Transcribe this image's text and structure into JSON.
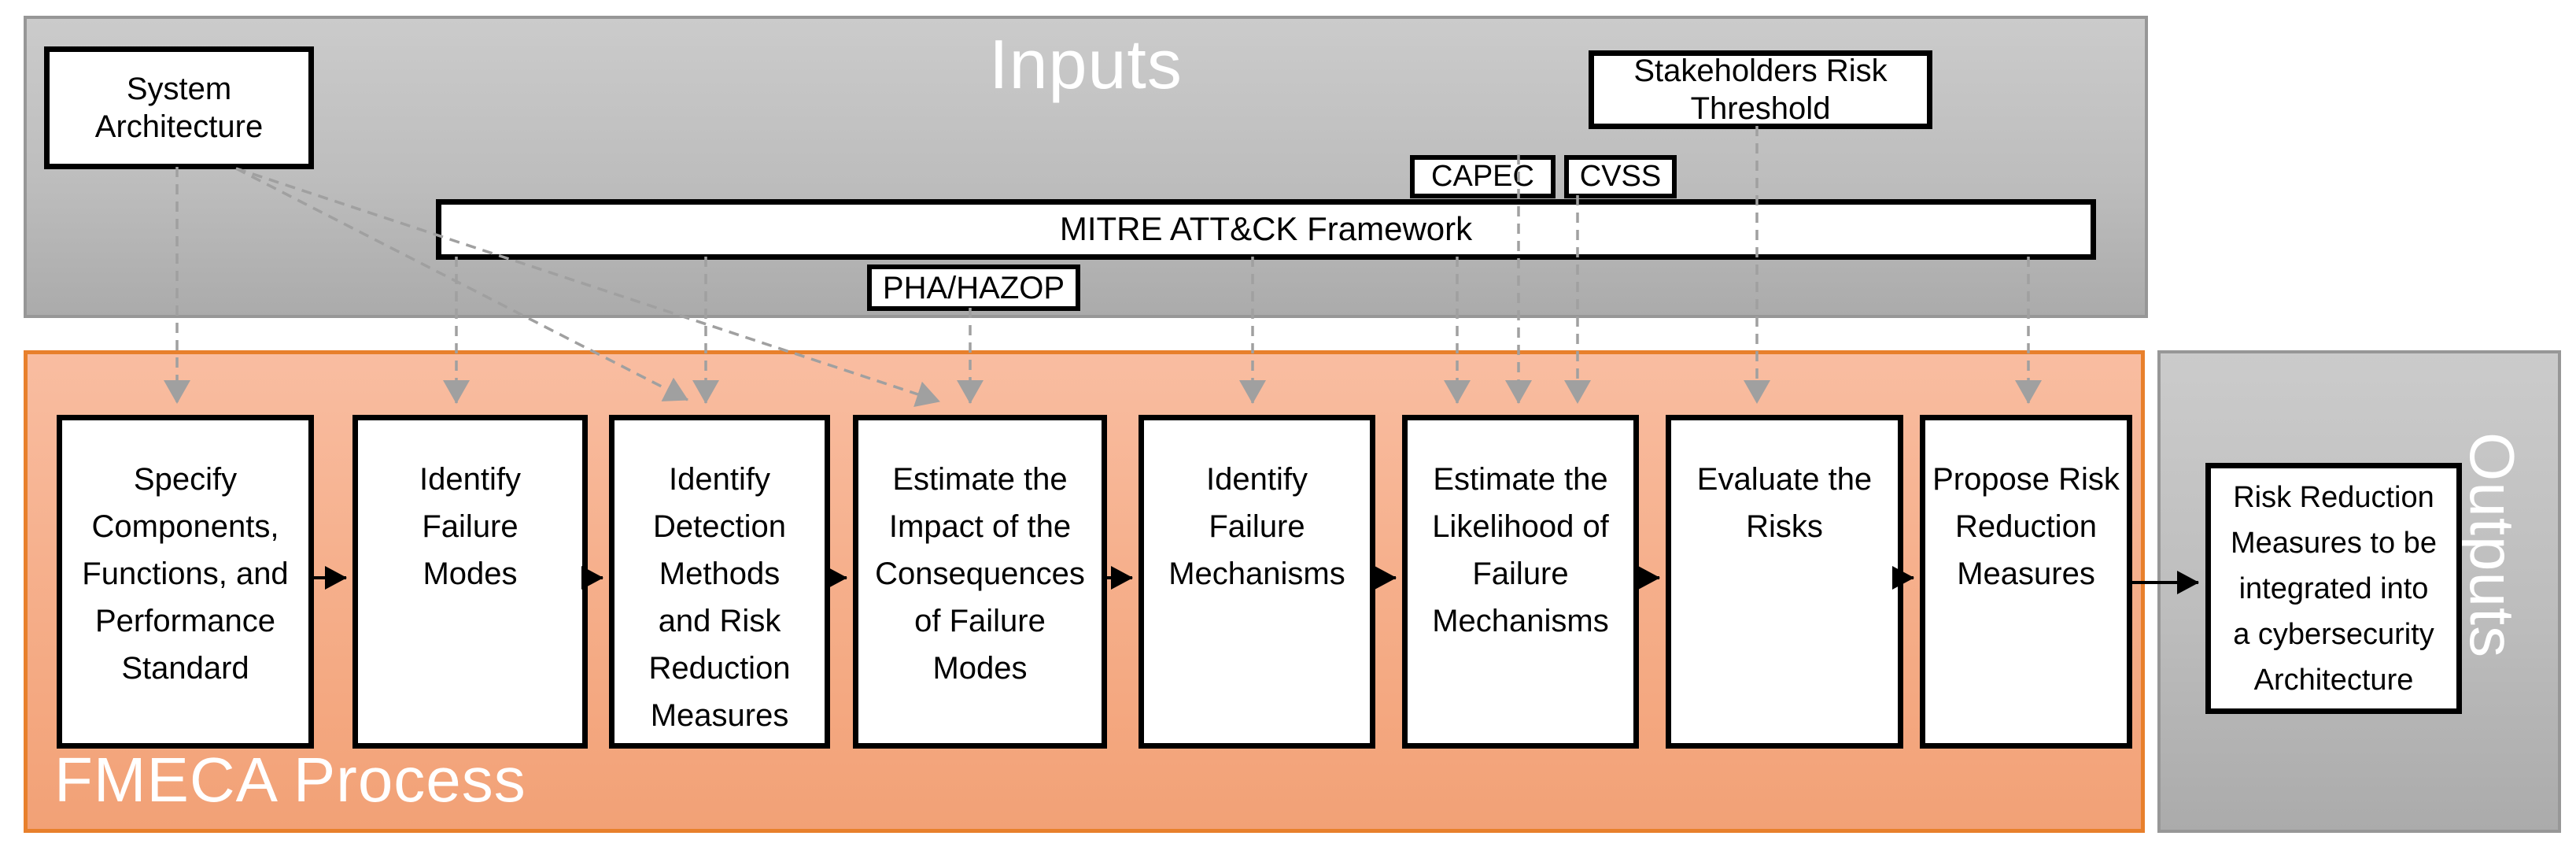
{
  "inputs": {
    "region_label": "Inputs",
    "system_architecture": {
      "label": "System\nArchitecture"
    },
    "stakeholders_risk_threshold": {
      "label": "Stakeholders Risk\nThreshold"
    },
    "capec": {
      "label": "CAPEC"
    },
    "cvss": {
      "label": "CVSS"
    },
    "mitre_attack": {
      "label": "MITRE ATT&CK Framework"
    },
    "pha_hazop": {
      "label": "PHA/HAZOP"
    }
  },
  "process": {
    "region_label": "FMECA Process",
    "steps": [
      {
        "id": "specify-components",
        "label": "Specify\nComponents,\nFunctions, and\nPerformance\nStandard"
      },
      {
        "id": "identify-failure-modes",
        "label": "Identify\nFailure\nModes"
      },
      {
        "id": "identify-detection-methods",
        "label": "Identify\nDetection\nMethods\nand Risk\nReduction\nMeasures"
      },
      {
        "id": "estimate-impact",
        "label": "Estimate the\nImpact of the\nConsequences\nof Failure\nModes"
      },
      {
        "id": "identify-failure-mechanisms",
        "label": "Identify\nFailure\nMechanisms"
      },
      {
        "id": "estimate-likelihood",
        "label": "Estimate the\nLikelihood of\nFailure\nMechanisms"
      },
      {
        "id": "evaluate-risks",
        "label": "Evaluate the\nRisks"
      },
      {
        "id": "propose-risk-reduction",
        "label": "Propose Risk\nReduction\nMeasures"
      }
    ]
  },
  "outputs": {
    "region_label": "Outputs",
    "risk_reduction_measures": {
      "label": "Risk Reduction\nMeasures to be\nintegrated into\na cybersecurity\nArchitecture"
    }
  },
  "connections": {
    "dashed_inputs_to_steps": [
      {
        "from": "system-architecture",
        "to": "specify-components"
      },
      {
        "from": "system-architecture",
        "to": "identify-detection-methods"
      },
      {
        "from": "system-architecture",
        "to": "estimate-impact"
      },
      {
        "from": "mitre-attack-framework",
        "to": "identify-failure-modes"
      },
      {
        "from": "mitre-attack-framework",
        "to": "identify-detection-methods"
      },
      {
        "from": "pha-hazop",
        "to": "estimate-impact"
      },
      {
        "from": "mitre-attack-framework",
        "to": "identify-failure-mechanisms"
      },
      {
        "from": "mitre-attack-framework",
        "to": "estimate-likelihood"
      },
      {
        "from": "capec",
        "to": "estimate-likelihood"
      },
      {
        "from": "cvss",
        "to": "estimate-likelihood"
      },
      {
        "from": "stakeholders-risk-threshold",
        "to": "evaluate-risks"
      },
      {
        "from": "mitre-attack-framework",
        "to": "propose-risk-reduction"
      }
    ],
    "solid_flow": [
      {
        "from": "specify-components",
        "to": "identify-failure-modes"
      },
      {
        "from": "identify-failure-modes",
        "to": "identify-detection-methods"
      },
      {
        "from": "identify-detection-methods",
        "to": "estimate-impact"
      },
      {
        "from": "estimate-impact",
        "to": "identify-failure-mechanisms"
      },
      {
        "from": "identify-failure-mechanisms",
        "to": "estimate-likelihood"
      },
      {
        "from": "estimate-likelihood",
        "to": "evaluate-risks"
      },
      {
        "from": "evaluate-risks",
        "to": "propose-risk-reduction"
      },
      {
        "from": "propose-risk-reduction",
        "to": "risk-reduction-measures-output"
      }
    ]
  },
  "colors": {
    "inputs_region_top": "#cbcbcb",
    "inputs_region_bottom": "#ababab",
    "region_border_gray": "#979797",
    "fmeca_region_top": "#f9bda1",
    "fmeca_region_bottom": "#f2a176",
    "fmeca_border_orange": "#e8802c",
    "box_border": "#000000",
    "box_fill": "#ffffff",
    "dashed_connector": "#a0a0a0",
    "solid_connector": "#000000",
    "title_text": "#ffffff"
  }
}
